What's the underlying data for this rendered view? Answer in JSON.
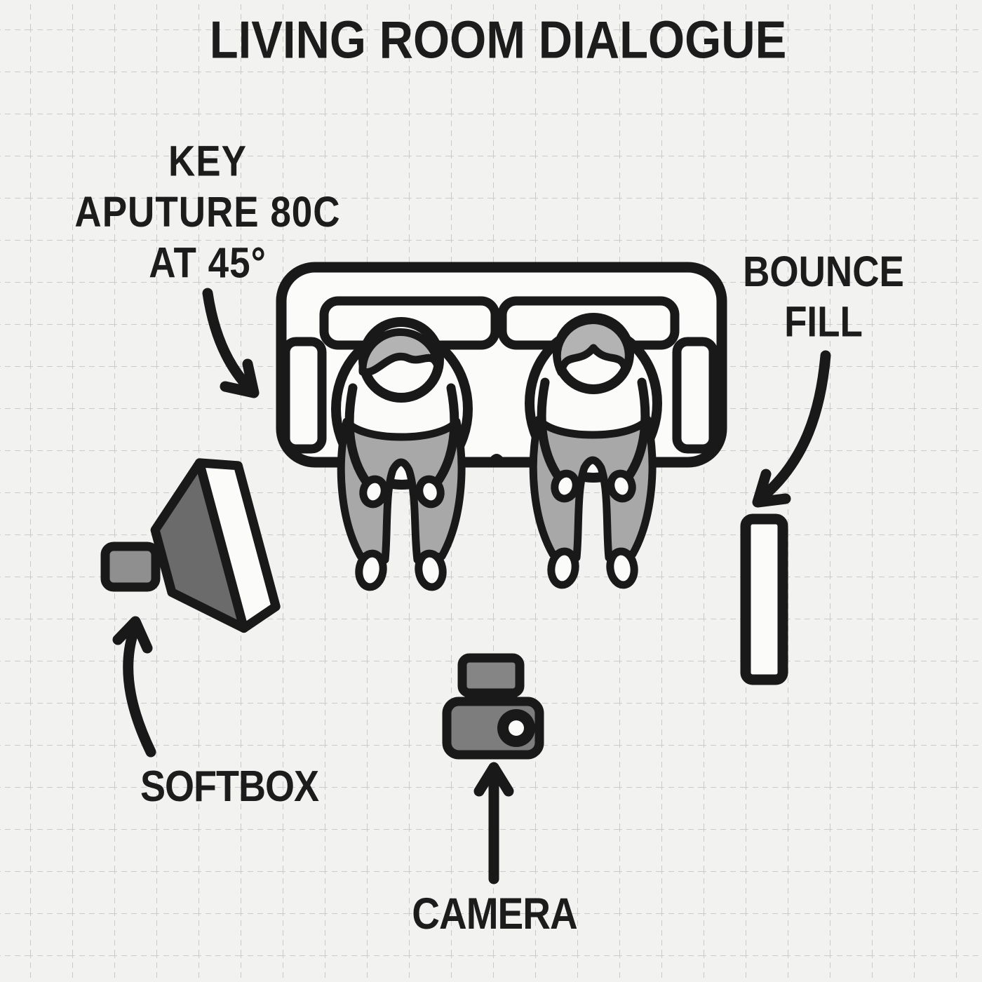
{
  "title": "LIVING ROOM DIALOGUE",
  "labels": {
    "key_light": {
      "line1": "KEY",
      "line2": "APUTURE 80C",
      "line3": "AT 45°"
    },
    "bounce_fill": {
      "line1": "BOUNCE",
      "line2": "FILL"
    },
    "softbox": "SOFTBOX",
    "camera": "CAMERA"
  },
  "icons": [
    "couch-icon",
    "person-seated-icon",
    "person-seated-icon",
    "softbox-light-icon",
    "bounce-board-icon",
    "camera-icon",
    "curved-arrow-icon",
    "straight-arrow-icon"
  ],
  "colors": {
    "background": "#f2f2f0",
    "grid_line": "#cbcbcb",
    "outline": "#191919",
    "hair_gray": "#b3b3b3",
    "pants_gray": "#a8a8a8",
    "softbox_cone_gray": "#6b6b6b",
    "softbox_mount_gray": "#8f8f8f",
    "camera_body_gray": "#7d7d7d",
    "white_fill": "#fbfbfa"
  }
}
